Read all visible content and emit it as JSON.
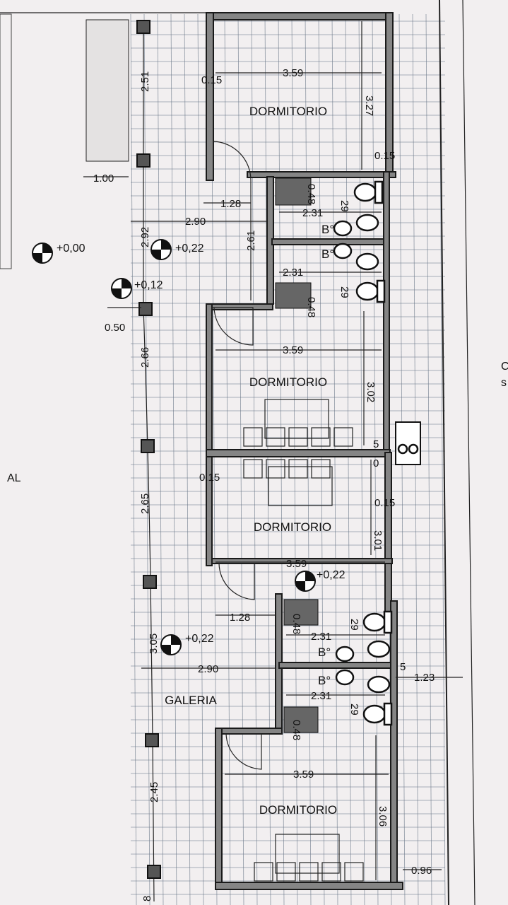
{
  "plan": {
    "rooms": [
      "DORMITORIO",
      "DORMITORIO",
      "DORMITORIO",
      "DORMITORIO"
    ],
    "baths": [
      "B°",
      "B°",
      "B°",
      "B°"
    ],
    "gallery": "GALERIA",
    "levels": [
      "+0,00",
      "+0,22",
      "+0,12",
      "+0,22",
      "+0,22"
    ],
    "dimensions": [
      "0.15",
      "3.59",
      "3.27",
      "0.15",
      "1.00",
      "2.51",
      "1.28",
      "2.90",
      "2.31",
      "2.92",
      "2.61",
      "2.31",
      "0.50",
      "0.48",
      "0.48",
      "29",
      "29",
      "3.59",
      "3.02",
      "2.66",
      "5",
      "0",
      "0.15",
      "0.15",
      "2.65",
      "3.01",
      "3.59",
      "1.28",
      "2.31",
      "29",
      "3.05",
      "2.90",
      "5",
      "1.23",
      "2.31",
      "29",
      "0.48",
      "0.48",
      "3.59",
      "3.06",
      "2.45",
      "0.96",
      "8"
    ],
    "edge_text": [
      "AL",
      "C",
      "s"
    ],
    "colors": {
      "paper": "#f2eff0",
      "wall": "#858585",
      "grid": "#6d7a8a",
      "line": "#111111"
    }
  }
}
